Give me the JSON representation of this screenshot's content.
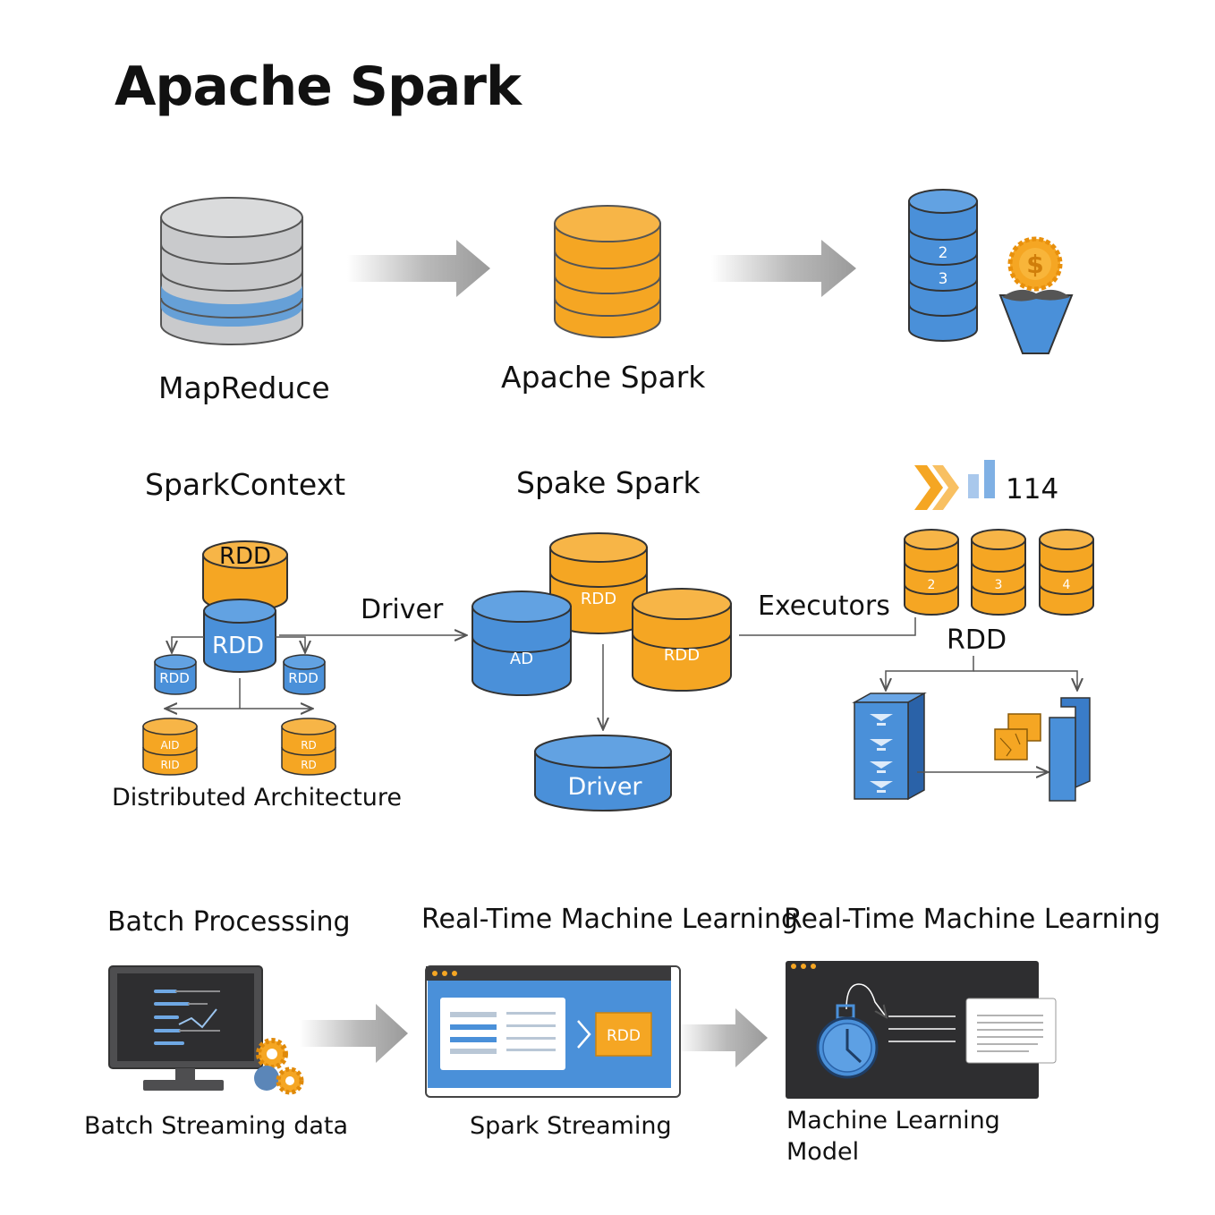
{
  "title": "Apache Spark",
  "row1": {
    "mapreduce": "MapReduce",
    "spark": "Apache Spark",
    "stack_numbers": [
      "2",
      "3"
    ],
    "coin_symbol": "$"
  },
  "row2": {
    "sparkcontext": "SparkContext",
    "spake": "Spake Spark",
    "driver_arrow": "Driver",
    "executors": "Executors",
    "rdd_right": "RDD",
    "rdd_top": "RDD",
    "rdd_mid": "RDD",
    "rdd_small_left": "RDD",
    "rdd_small_right": "RDD",
    "small_left_top": "AID",
    "small_left_bottom": "RID",
    "small_right_top": "RD",
    "small_right_bottom": "RD",
    "distributed": "Distributed Architecture",
    "center_ad": "AD",
    "center_rdd_top": "RDD",
    "center_rdd_right": "RDD",
    "center_driver": "Driver",
    "metric_value": "114",
    "executor_numbers": [
      "2",
      "3",
      "4"
    ]
  },
  "row3": {
    "batch_processing": "Batch Processsing",
    "realtime_1": "Real-Time Machine Learning",
    "realtime_2": "Real-Time Machine Learning",
    "batch_streaming": "Batch Streaming data",
    "spark_streaming": "Spark Streaming",
    "ml_model_line1": "Machine Learning",
    "ml_model_line2": "Model",
    "rdd_box": "RDD"
  },
  "colors": {
    "orange": "#F5A623",
    "orange_dark": "#C98210",
    "blue": "#4A90D9",
    "blue_dark": "#2A62A8",
    "gray": "#C9CACC",
    "dark_screen": "#2E2E30"
  },
  "icons": [
    "database-icon",
    "arrow-right-icon",
    "coin-icon",
    "funnel-icon",
    "monitor-icon",
    "gear-icon",
    "browser-window-icon",
    "clock-icon",
    "bar-chart-icon",
    "server-rack-icon",
    "cube-icon"
  ]
}
